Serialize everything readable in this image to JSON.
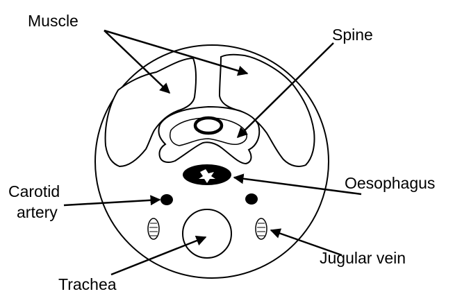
{
  "labels": {
    "muscle": "Muscle",
    "spine": "Spine",
    "oesophagus": "Oesophagus",
    "carotid_line1": "Carotid",
    "carotid_line2": "artery",
    "jugular": "Jugular vein",
    "trachea": "Trachea"
  },
  "colors": {
    "ink": "#000000",
    "background": "#ffffff"
  }
}
